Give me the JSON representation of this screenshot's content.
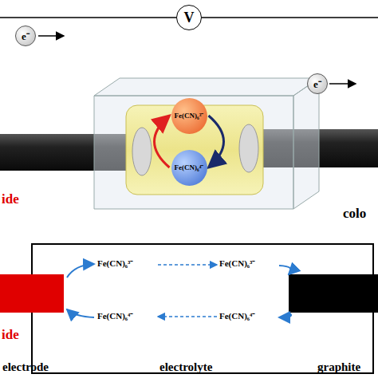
{
  "diagram": {
    "nodes": [
      {
        "text": [
          "V"
        ]
      },
      {
        "text": [
          "e⁻"
        ]
      },
      {
        "text": [
          "e⁻"
        ]
      },
      {
        "text": [
          "Fe(CN)₆³⁻"
        ]
      },
      {
        "text": [
          "Fe(CN)₆⁴⁻"
        ]
      }
    ],
    "edges": [
      {
        "from": 4,
        "to": 3,
        "arrow": "to"
      },
      {
        "from": 3,
        "to": 4,
        "arrow": "to"
      }
    ],
    "labels": [
      "ide",
      "colo",
      "Fe(CN)₆³⁻",
      "Fe(CN)₆³⁻",
      "Fe(CN)₆⁴⁻",
      "Fe(CN)₆⁴⁻",
      "ide",
      "electrode",
      "electrolyte",
      "graphite"
    ]
  }
}
